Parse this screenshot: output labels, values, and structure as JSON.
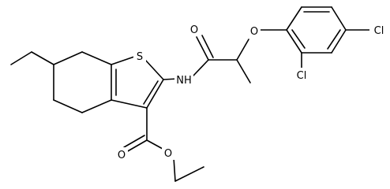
{
  "molecule": {
    "atoms": {
      "S": "S",
      "NH": "NH",
      "O_amide": "O",
      "O_ether": "O",
      "Cl_para": "Cl",
      "Cl_ortho": "Cl",
      "O_ester_carbonyl": "O",
      "O_ester_alkoxy": "O"
    },
    "colors": {
      "bond": "#000000",
      "text": "#000000",
      "background": "#ffffff"
    }
  }
}
